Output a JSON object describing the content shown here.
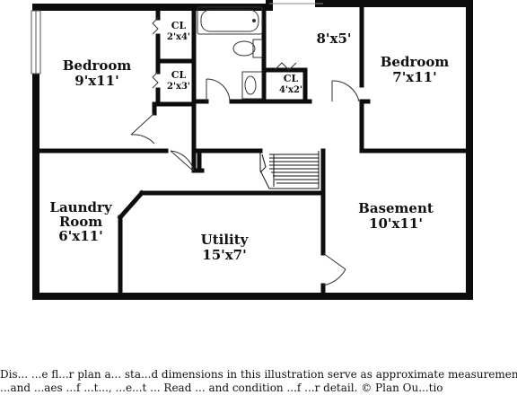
{
  "rooms": {
    "bedroom_left": {
      "name": "Bedroom",
      "size": "9'x11'"
    },
    "hall": {
      "size": "8'x5'"
    },
    "bedroom_right": {
      "name": "Bedroom",
      "size": "7'x11'"
    },
    "closet_top": {
      "name": "CL",
      "size": "2'x4'"
    },
    "closet_mid": {
      "name": "CL",
      "size": "2'x3'"
    },
    "closet_bath": {
      "name": "CL",
      "size": "4'x2'"
    },
    "laundry": {
      "name_line1": "Laundry",
      "name_line2": "Room",
      "size": "6'x11'"
    },
    "utility": {
      "name": "Utility",
      "size": "15'x7'"
    },
    "basement": {
      "name": "Basement",
      "size": "10'x11'"
    }
  },
  "disclaimer": {
    "line1": "Dis...  ...e fl...r plan a... sta...d dimensions in this illustration serve as approximate measurements",
    "line2": "...and ...aes ...f ...t..., ...e...t ... Read ... and condition ...f ...r detail. © Plan Ou...tio"
  },
  "colors": {
    "wall": "#0d0d0d",
    "background": "#ffffff"
  }
}
